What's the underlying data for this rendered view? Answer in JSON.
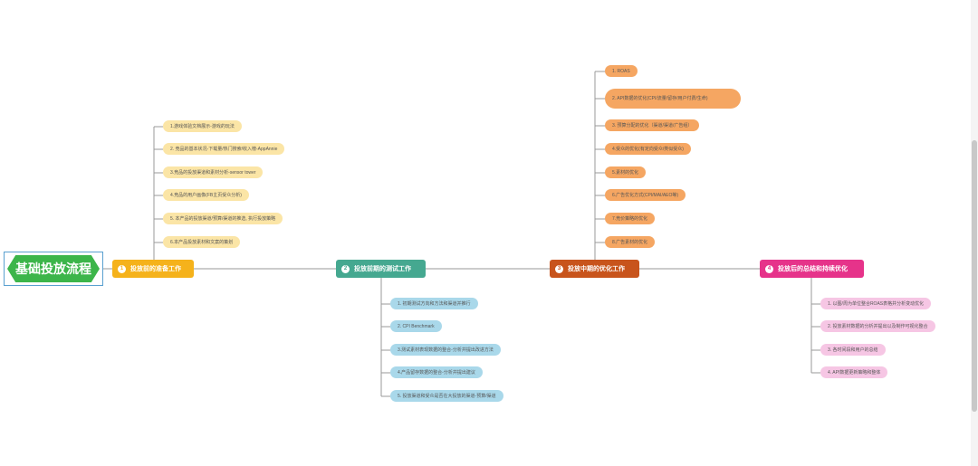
{
  "root": {
    "label": "基础投放流程"
  },
  "colors": {
    "root": "#3cb54a",
    "branch1": "#f5b21b",
    "branch1_sub": "#fbe5a6",
    "branch2": "#45a890",
    "branch2_sub": "#a9d8ea",
    "branch3": "#c8541c",
    "branch3_sub": "#f5a662",
    "branch4": "#e6338a",
    "branch4_sub": "#f6c6e4"
  },
  "branches": [
    {
      "num": "1",
      "label": "投放前的准备工作",
      "children": [
        "1.游戏体验文档展示-游戏的玩法",
        "2. 竞品的基本状况-下载量/热门搜索/收入榜-AppAnnie",
        "3.竞品的投放渠道和素材分析-sensor tower",
        "4.竞品的用户画像(FB主页受众分析)",
        "5. 本产品的投放渠道/预算/渠道的推选, 执行投放策略",
        "6.本产品投放素材和文案的策划"
      ]
    },
    {
      "num": "2",
      "label": "投放前期的测试工作",
      "children": [
        "1. 初期测试方向和方法和渠道并推行",
        "2. CPI Benchmark",
        "3.测试素材表现数据的整合-分析并提出改进方法",
        "4.产品留存数据的整合-分析并提出建议",
        "5. 投放渠道和受众是否在大投放的渠道-预算/渠道"
      ]
    },
    {
      "num": "3",
      "label": "投放中期的优化工作",
      "children": [
        "1. ROAS",
        "2. API数据的优化(CPI/流量/留存/用户付费/生命)",
        "3. 预算分配的优化（渠道/渠道/广告组）",
        "4.受众的优化(有定向受众/类似受众)",
        "5.素材的优化",
        "6.广告优化方式(CPI/MAI/AEO等)",
        "7.竞价策略的优化",
        "8.广告素材的优化"
      ]
    },
    {
      "num": "4",
      "label": "投放后的总结和持续优化",
      "children": [
        "1. 以图/周为单位整合ROAS表格并分析变动优化",
        "2. 投放素材数据的分析并提出以及制作可视化整合",
        "3. 各时间段和用户的总结",
        "4. API数据更新策略和整体"
      ]
    }
  ]
}
